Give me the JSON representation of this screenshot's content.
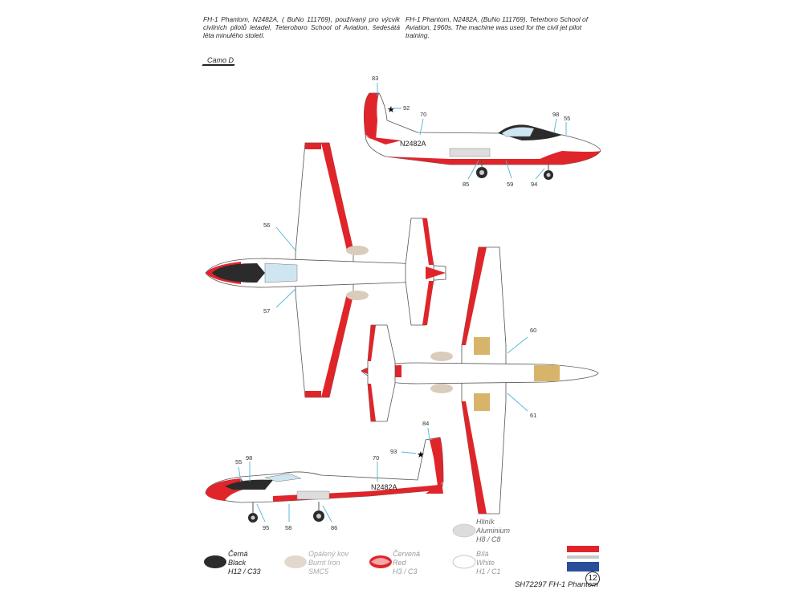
{
  "captions": {
    "czech": "FH-1 Phantom, N2482A, ( BuNo 111769), používaný pro výcvik civilních pilotů letadel, Teteroboro School of Aviation, šedesátá léta minulého století.",
    "english": "FH-1 Phantom, N2482A, (BuNo 111769), Teterboro School of Aviation, 1960s. The machine was used for the civil jet pilot training."
  },
  "camo_label": "Camo D",
  "registration": "N2482A",
  "callouts": {
    "c83": "83",
    "c92": "92",
    "c70": "70",
    "c98": "98",
    "c55": "55",
    "c85": "85",
    "c59": "59",
    "c94": "94",
    "c56": "56",
    "c57": "57",
    "c60": "60",
    "c61": "61",
    "c84": "84",
    "c93": "93",
    "c70b": "70",
    "c98b": "98",
    "c55b": "55",
    "c95": "95",
    "c58": "58",
    "c86": "86"
  },
  "swatches": [
    {
      "cz": "Černá",
      "en": "Black",
      "code": "H12 / C33",
      "color": "#2b2b2b"
    },
    {
      "cz": "Opálený kov",
      "en": "Burnt Iron",
      "code": "SMC5",
      "color": "#e2d8cc"
    },
    {
      "cz": "Červená",
      "en": "Red",
      "code": "H3 / C3",
      "color": "#e0252a"
    },
    {
      "cz": "Bílá",
      "en": "White",
      "code": "H1 / C1",
      "color": "#ffffff"
    }
  ],
  "aluminium": {
    "cz": "Hliník",
    "en": "Aluminium",
    "code": "H8 / C8",
    "color": "#dcdcdc"
  },
  "kit_name": "SH72297 FH-1 Phantom",
  "page_number": "12",
  "colors": {
    "red": "#e0252a",
    "black": "#2b2b2b",
    "leader": "#4cb3d8",
    "tan": "#d9ccbd",
    "yellow": "#d8b46a"
  }
}
